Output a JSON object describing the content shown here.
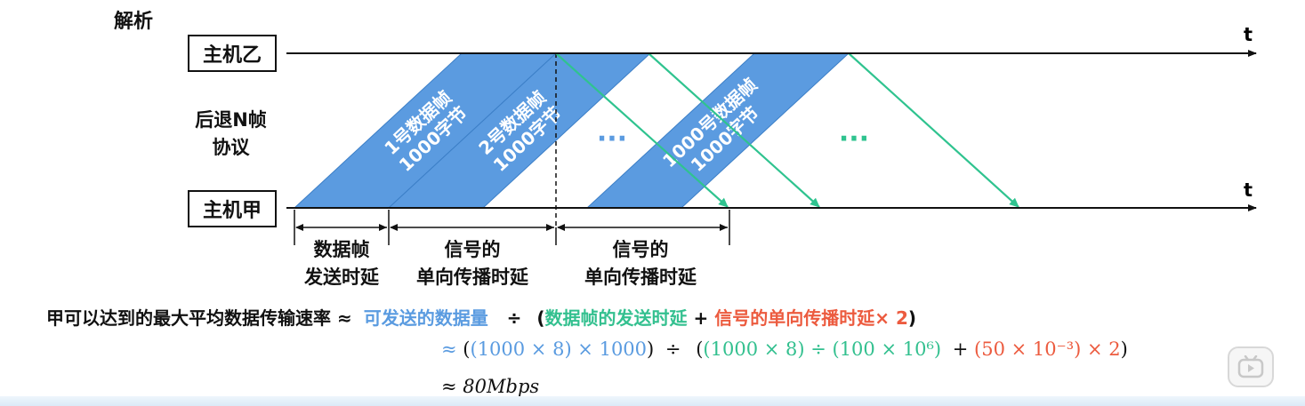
{
  "title": "解析",
  "hosts": {
    "b": "主机乙",
    "a": "主机甲"
  },
  "protocol": [
    "后退N帧",
    "协议"
  ],
  "axis_label": "t",
  "frames": [
    {
      "line1": "1号数据帧",
      "line2": "1000字节"
    },
    {
      "line1": "2号数据帧",
      "line2": "1000字节"
    },
    {
      "line1": "1000号数据帧",
      "line2": "1000字节"
    }
  ],
  "ellipsis": "···",
  "intervals": [
    {
      "line1": "数据帧",
      "line2": "发送时延"
    },
    {
      "line1": "信号的",
      "line2": "单向传播时延"
    },
    {
      "line1": "信号的",
      "line2": "单向传播时延"
    }
  ],
  "formula": {
    "lhs": "甲可以达到的最大平均数据传输速率",
    "approx": "≈",
    "data_amount": "可发送的数据量",
    "divide": "÷",
    "open_paren": "(",
    "send_delay": "数据帧的发送时延",
    "plus": "+",
    "prop_delay": "信号的单向传播时延× 2",
    "close_paren": ")",
    "line2_approx": "≈",
    "line2_open": "(",
    "line2_blue": "(1000 × 8) × 1000",
    "line2_close": ")",
    "line2_div": "÷",
    "line2_green": "(1000 × 8) ÷ (100 × 10⁶)",
    "line2_plus": "+",
    "line2_red": "(50 × 10⁻³) × 2",
    "line2_close2": ")",
    "line3_approx": "≈",
    "line3_result": "80Mbps"
  },
  "colors": {
    "frame": "#5b9be0",
    "ack": "#2fc38f",
    "axis": "#111111"
  }
}
